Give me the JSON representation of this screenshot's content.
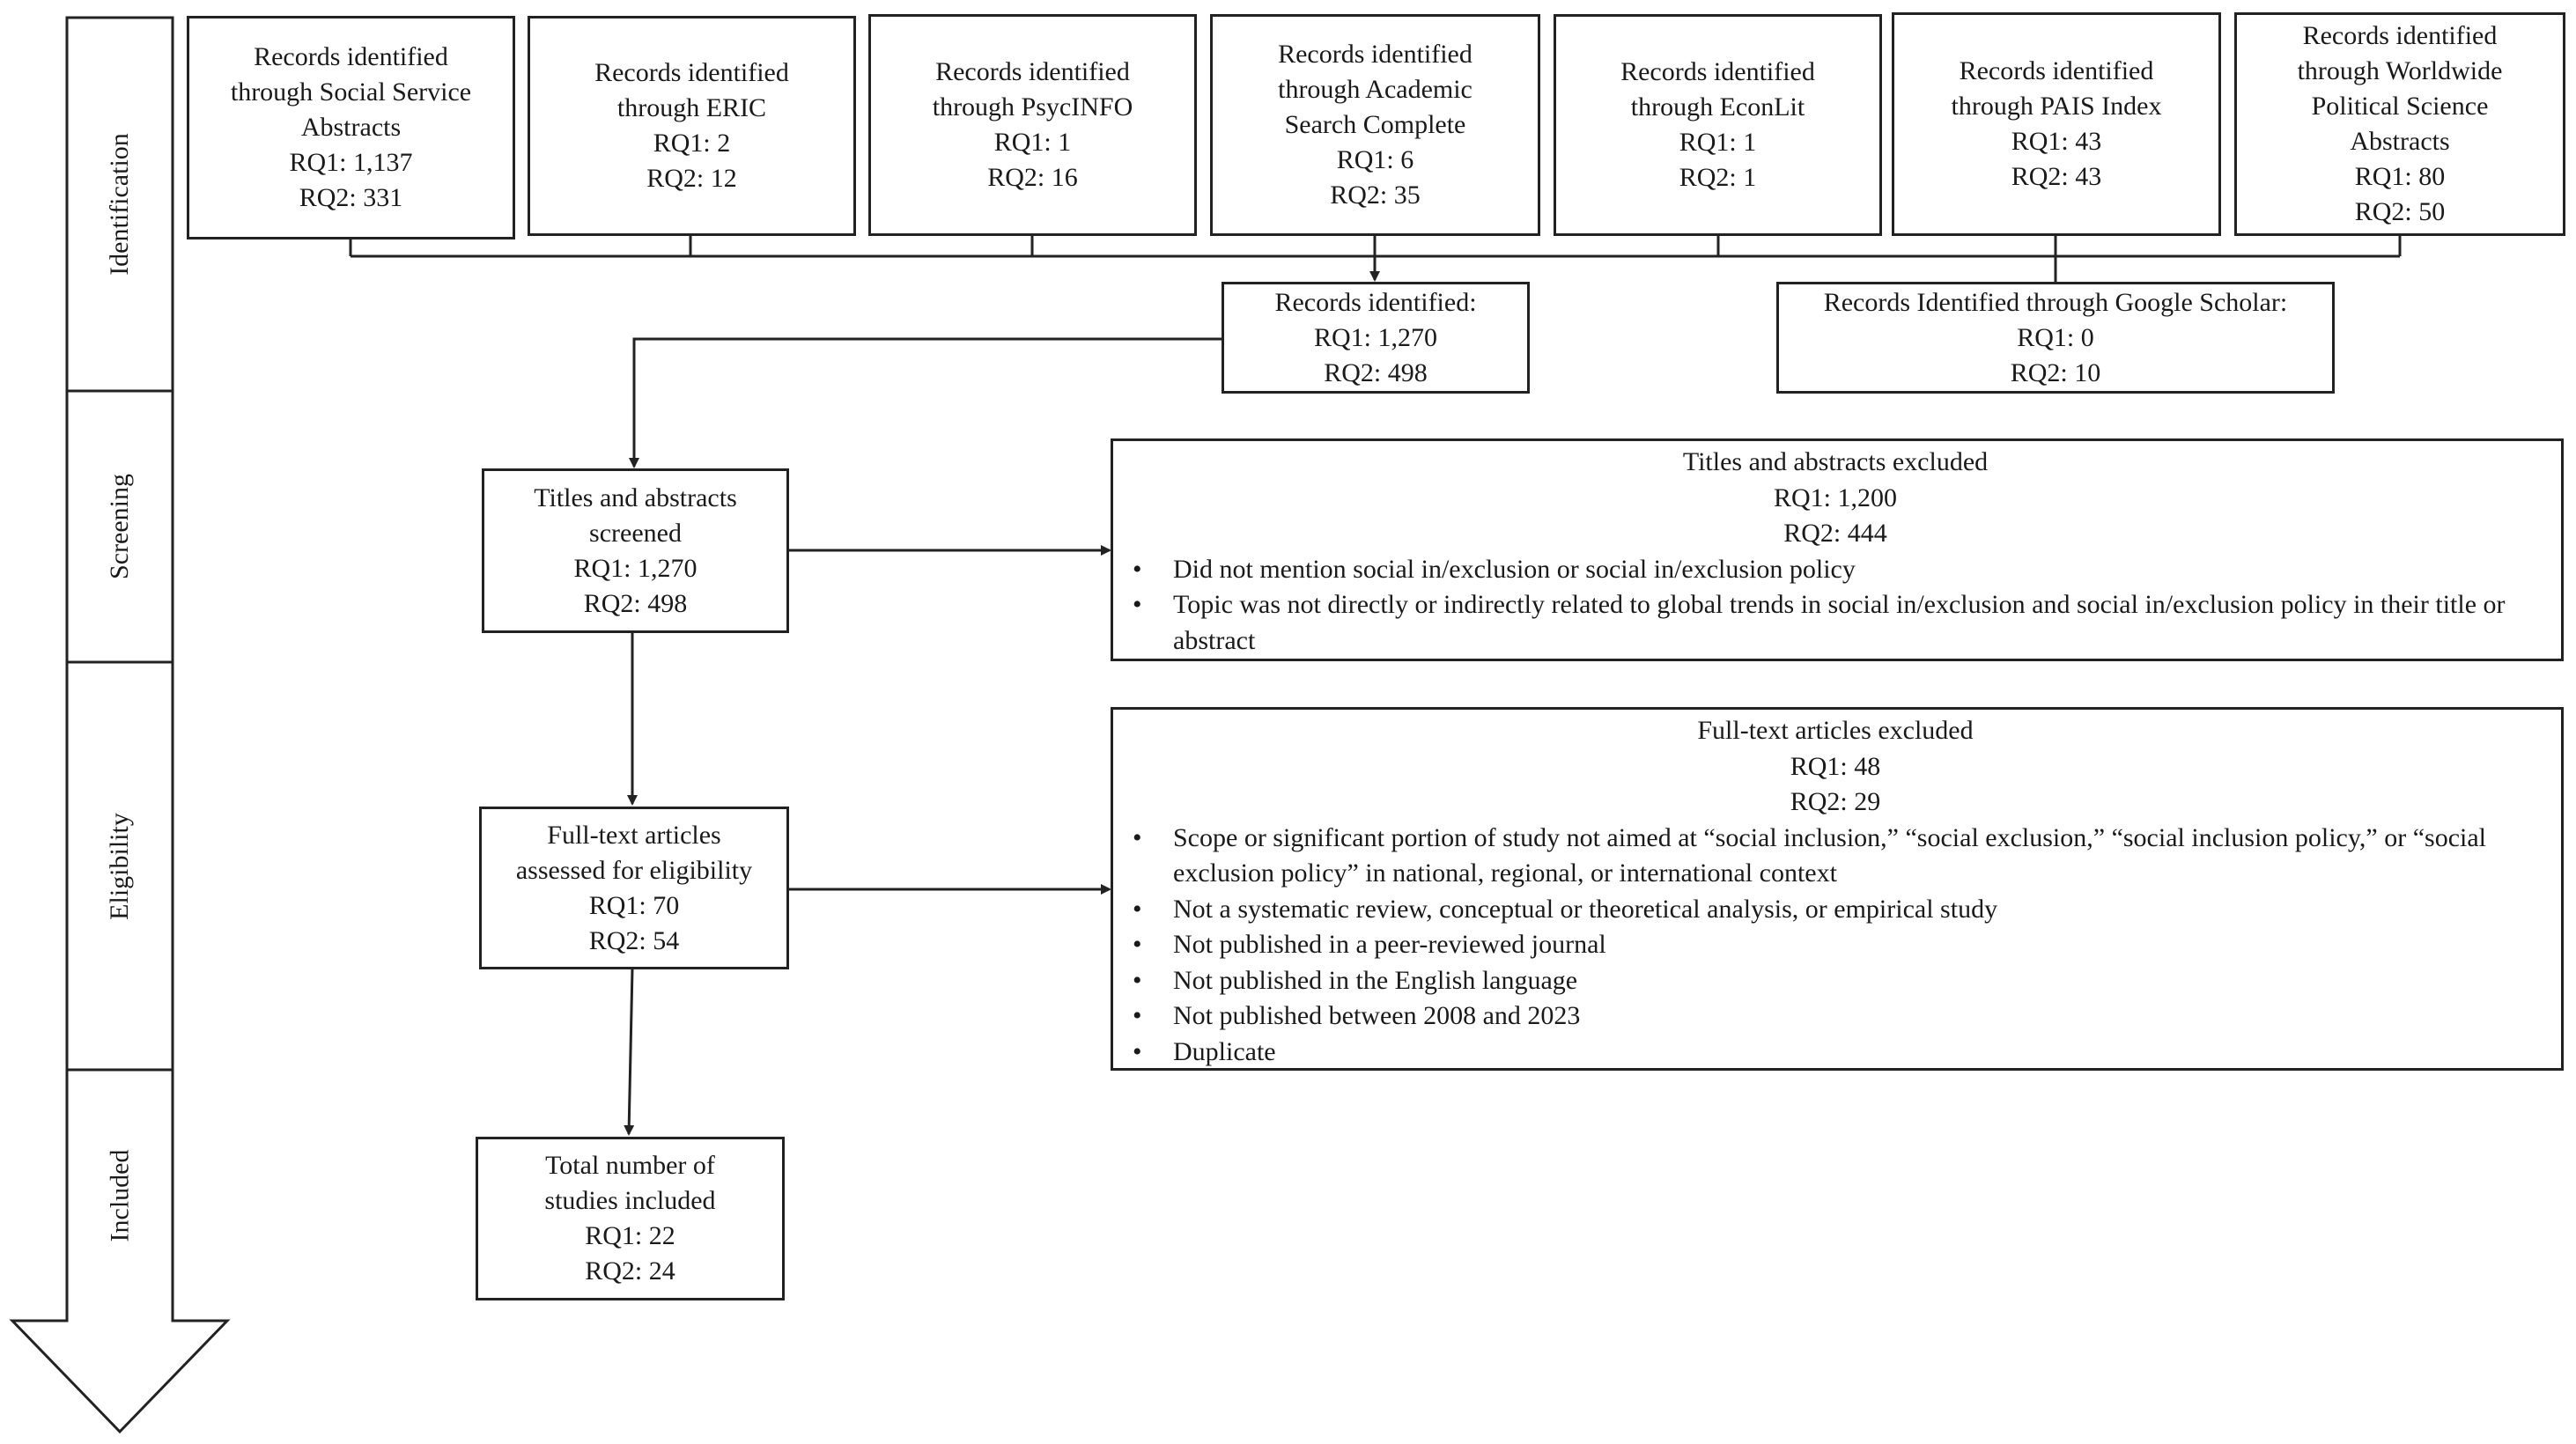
{
  "phases": [
    "Identification",
    "Screening",
    "Eligibility",
    "Included"
  ],
  "sources": [
    {
      "lines": [
        "Records identified",
        "through Social Service",
        "Abstracts"
      ],
      "rq1": "RQ1: 1,137",
      "rq2": "RQ2: 331"
    },
    {
      "lines": [
        "Records identified",
        "through ERIC"
      ],
      "rq1": "RQ1: 2",
      "rq2": "RQ2: 12"
    },
    {
      "lines": [
        "Records identified",
        "through PsycINFO"
      ],
      "rq1": "RQ1: 1",
      "rq2": "RQ2: 16"
    },
    {
      "lines": [
        "Records identified",
        "through Academic",
        "Search Complete"
      ],
      "rq1": "RQ1: 6",
      "rq2": "RQ2: 35"
    },
    {
      "lines": [
        "Records identified",
        "through EconLit"
      ],
      "rq1": "RQ1: 1",
      "rq2": "RQ2: 1"
    },
    {
      "lines": [
        "Records identified",
        "through PAIS Index"
      ],
      "rq1": "RQ1: 43",
      "rq2": "RQ2: 43"
    },
    {
      "lines": [
        "Records identified",
        "through Worldwide",
        "Political Science",
        "Abstracts"
      ],
      "rq1": "RQ1: 80",
      "rq2": "RQ2: 50"
    }
  ],
  "identified": {
    "lines": [
      "Records identified:"
    ],
    "rq1": "RQ1: 1,270",
    "rq2": "RQ2: 498"
  },
  "google_scholar": {
    "lines": [
      "Records Identified through Google Scholar:"
    ],
    "rq1": "RQ1: 0",
    "rq2": "RQ2: 10"
  },
  "screened": {
    "lines": [
      "Titles and abstracts",
      "screened"
    ],
    "rq1": "RQ1: 1,270",
    "rq2": "RQ2: 498"
  },
  "eligibility": {
    "lines": [
      "Full-text articles",
      "assessed for eligibility"
    ],
    "rq1": "RQ1: 70",
    "rq2": "RQ2: 54"
  },
  "included": {
    "lines": [
      "Total number of",
      "studies included"
    ],
    "rq1": "RQ1: 22",
    "rq2": "RQ2: 24"
  },
  "excluded_screening": {
    "title": "Titles and abstracts excluded",
    "rq1": "RQ1: 1,200",
    "rq2": "RQ2: 444",
    "reasons": [
      "Did not mention social in/exclusion or social in/exclusion policy",
      "Topic was not directly or indirectly related to global trends in social in/exclusion and social in/exclusion policy in their title or abstract"
    ]
  },
  "excluded_fulltext": {
    "title": "Full-text articles excluded",
    "rq1": "RQ1: 48",
    "rq2": "RQ2: 29",
    "reasons": [
      "Scope or significant portion of study not aimed at “social inclusion,” “social exclusion,” “social inclusion policy,” or “social exclusion policy” in national, regional, or international context",
      "Not a systematic review, conceptual or theoretical analysis, or empirical study",
      "Not published in a peer-reviewed journal",
      "Not published in the English language",
      "Not published between 2008 and 2023",
      "Duplicate"
    ]
  }
}
